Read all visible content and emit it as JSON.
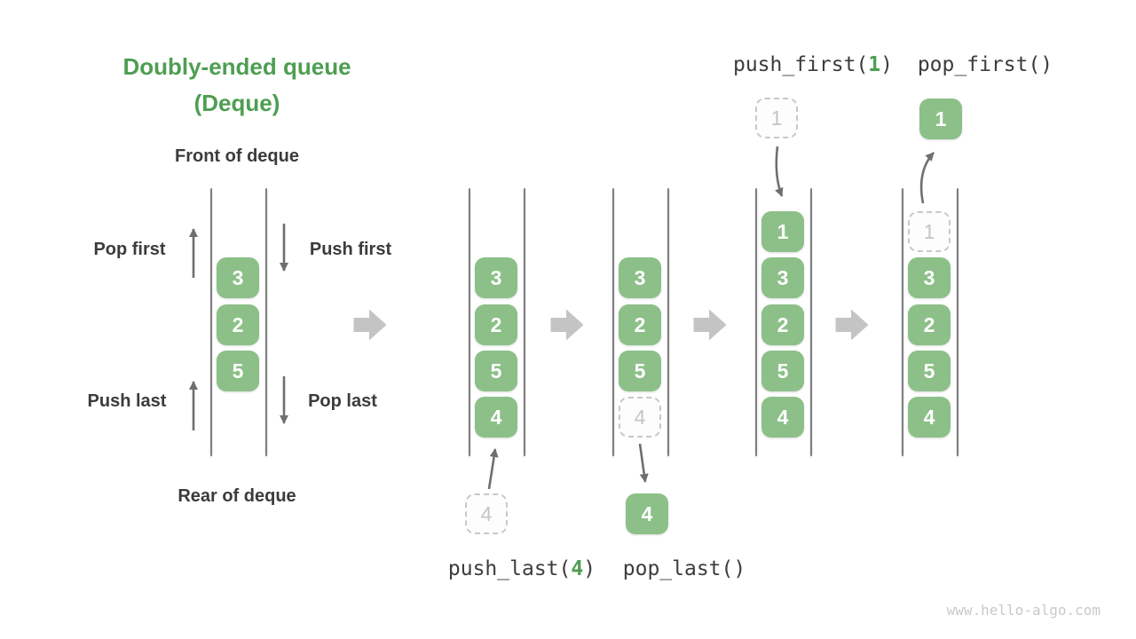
{
  "title": {
    "line1": "Doubly-ended queue",
    "line2": "(Deque)"
  },
  "deque_labels": {
    "front": "Front of deque",
    "rear": "Rear of deque",
    "pop_first": "Pop first",
    "push_first": "Push first",
    "push_last": "Push last",
    "pop_last": "Pop last"
  },
  "operations": {
    "push_first": {
      "before": "push_first(",
      "arg": "1",
      "after": ")"
    },
    "pop_first": "pop_first()",
    "push_last": {
      "before": "push_last(",
      "arg": "4",
      "after": ")"
    },
    "pop_last": "pop_last()"
  },
  "queues": {
    "initial": {
      "cells": [
        "3",
        "2",
        "5"
      ]
    },
    "after_push_last": {
      "cells": [
        "3",
        "2",
        "5",
        "4"
      ],
      "incoming": "4"
    },
    "after_pop_last": {
      "cells": [
        "3",
        "2",
        "5"
      ],
      "ghost": "4",
      "popped": "4"
    },
    "after_push_first": {
      "cells": [
        "1",
        "3",
        "2",
        "5",
        "4"
      ],
      "incoming": "1"
    },
    "after_pop_first": {
      "cells": [
        "3",
        "2",
        "5",
        "4"
      ],
      "ghost": "1",
      "popped": "1"
    }
  },
  "colors": {
    "box_green": "#8cc088",
    "title_green": "#4e9e52",
    "text_dark": "#3b3b3b",
    "arrow_dark": "#6f6f6f",
    "arrow_light": "#c4c4c4",
    "ghost_border": "#c8c8c8",
    "ghost_text": "#c4c4c4",
    "watermark_gray": "#c9c9c9"
  },
  "watermark": "www.hello-algo.com"
}
